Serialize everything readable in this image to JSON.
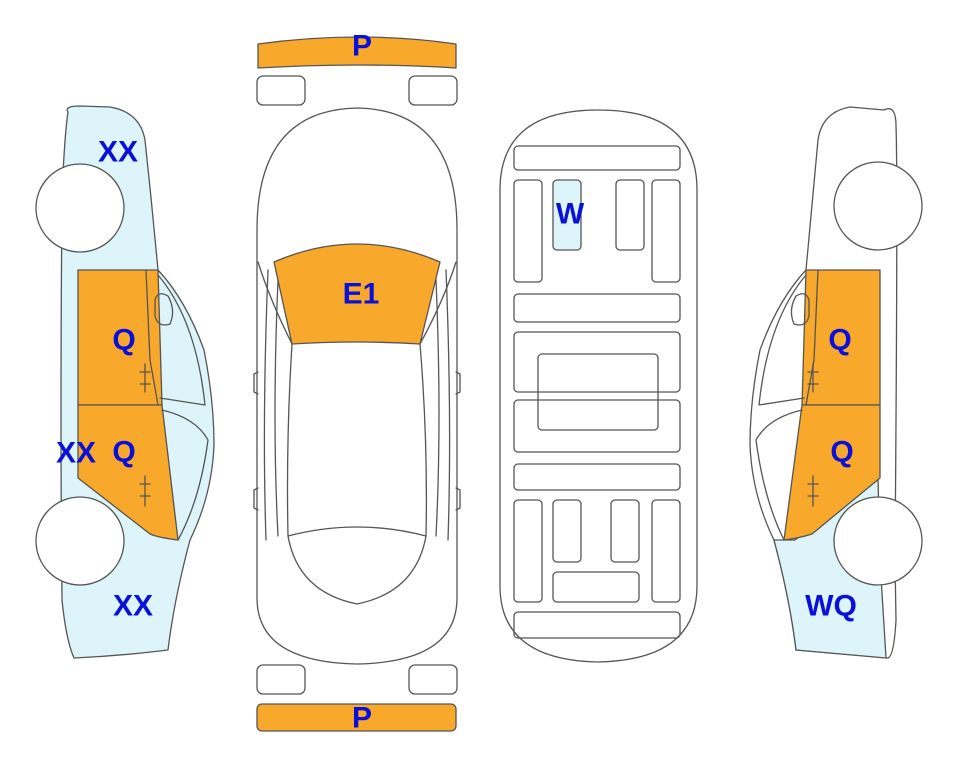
{
  "colors": {
    "damage": "#f8a82b",
    "minor": "#ddf4fa",
    "outline": "#555555",
    "label": "#0a10d8",
    "background": "#ffffff"
  },
  "labels": {
    "front_bumper": "P",
    "rear_bumper": "P",
    "hood": "E1",
    "roof_panel": "W",
    "left_front_fender": "XX",
    "left_front_door": "Q",
    "left_rear_door": "Q",
    "left_side_sill": "XX",
    "left_rear_quarter": "XX",
    "right_front_door": "Q",
    "right_rear_door": "Q",
    "right_rear_quarter": "WQ"
  }
}
